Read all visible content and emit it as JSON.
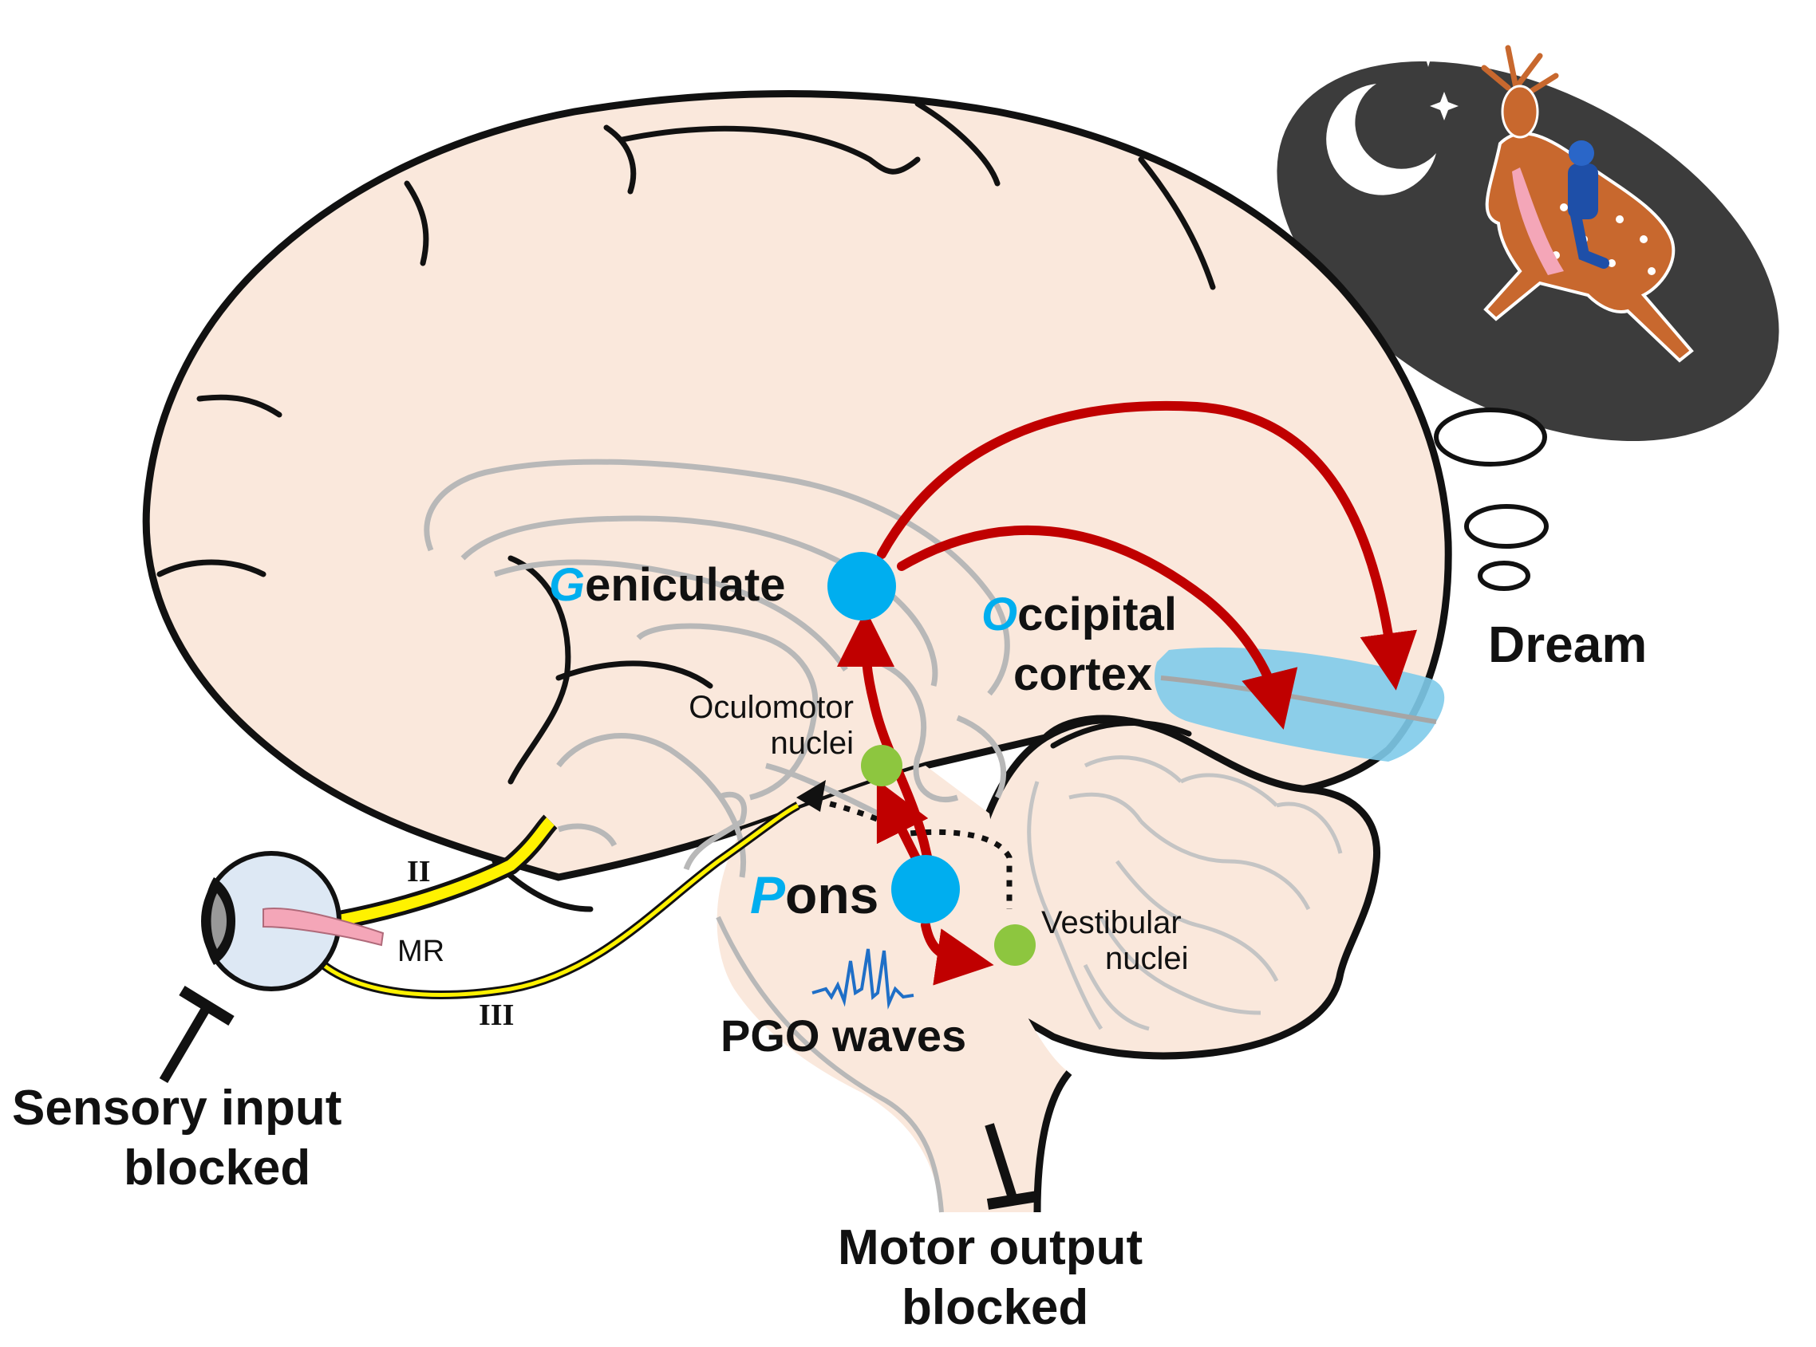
{
  "labels": {
    "geniculate_initial": "G",
    "geniculate_rest": "eniculate",
    "occipital_initial": "O",
    "occipital_rest": "ccipital",
    "occipital_line2": "cortex",
    "pons_initial": "P",
    "pons_rest": "ons",
    "oculomotor_line1": "Oculomotor",
    "oculomotor_line2": "nuclei",
    "vestibular_line1": "Vestibular",
    "vestibular_line2": "nuclei",
    "pgo_waves": "PGO waves",
    "dream": "Dream",
    "mr": "MR",
    "nerve_ii": "II",
    "nerve_iii": "III",
    "sensory_line1": "Sensory input",
    "sensory_line2": "blocked",
    "motor_line1": "Motor output",
    "motor_line2": "blocked"
  },
  "colors": {
    "brain_fill": "#fae8dc",
    "outline": "#111111",
    "inner_gray": "#b8b8b8",
    "node_blue": "#00aeef",
    "node_green": "#8dc63f",
    "arrow_red": "#c00000",
    "cortex_blue": "#7fcbea",
    "nerve_yellow": "#fff200",
    "dream_bg": "#3c3c3c",
    "initial_blue": "#00aeef"
  }
}
